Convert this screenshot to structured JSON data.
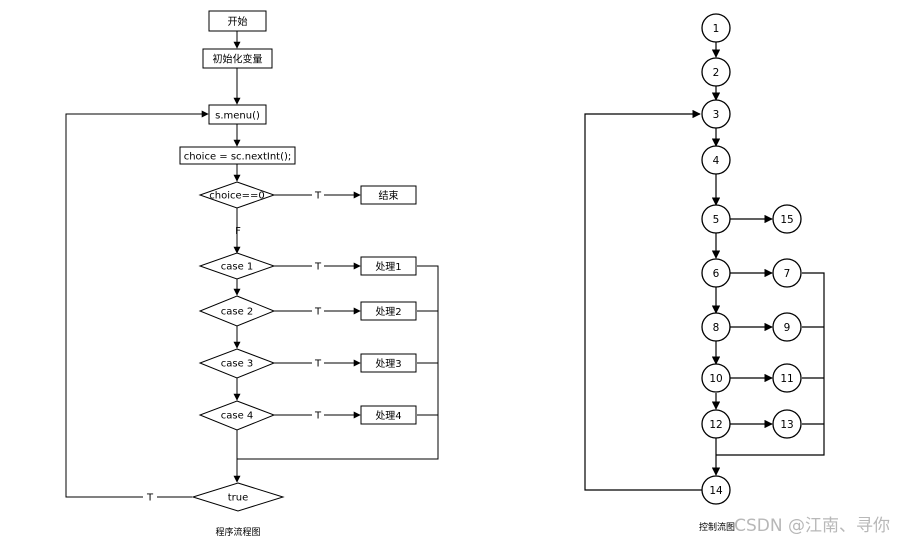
{
  "flowchart": {
    "start": "开始",
    "init": "初始化变量",
    "menu": "s.menu()",
    "input": "choice = sc.nextInt();",
    "decision0": "choice==0",
    "end": "结束",
    "cases": [
      "case 1",
      "case 2",
      "case 3",
      "case 4"
    ],
    "handlers": [
      "处理1",
      "处理2",
      "处理3",
      "处理4"
    ],
    "loop": "true",
    "label_true": "T",
    "label_false": "F",
    "caption": "程序流程图"
  },
  "control_flow": {
    "nodes": [
      "1",
      "2",
      "3",
      "4",
      "5",
      "6",
      "7",
      "8",
      "9",
      "10",
      "11",
      "12",
      "13",
      "14",
      "15"
    ],
    "caption": "控制流图"
  },
  "watermark": "CSDN @江南、寻你"
}
